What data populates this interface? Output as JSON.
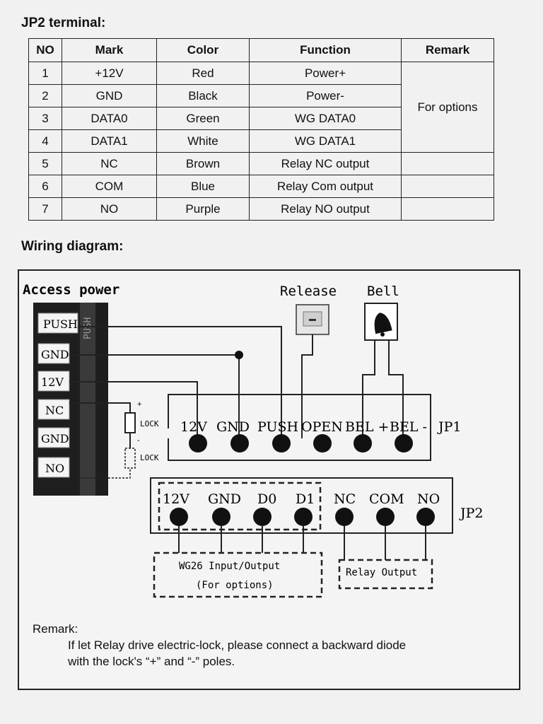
{
  "jp2_section": {
    "title": "JP2 terminal:",
    "headers": [
      "NO",
      "Mark",
      "Color",
      "Function",
      "Remark"
    ],
    "rows": [
      [
        "1",
        "+12V",
        "Red",
        "Power+"
      ],
      [
        "2",
        "GND",
        "Black",
        "Power-"
      ],
      [
        "3",
        "DATA0",
        "Green",
        "WG DATA0"
      ],
      [
        "4",
        "DATA1",
        "White",
        "WG DATA1"
      ],
      [
        "5",
        "NC",
        "Brown",
        "Relay NC output"
      ],
      [
        "6",
        "COM",
        "Blue",
        "Relay Com output"
      ],
      [
        "7",
        "NO",
        "Purple",
        "Relay NO output"
      ]
    ],
    "remark_merged": "For options"
  },
  "wiring": {
    "title": "Wiring diagram:",
    "access_power": "Access power",
    "release": "Release",
    "bell": "Bell",
    "power_terminals": [
      "PUSH",
      "GND",
      "12V",
      "NC",
      "GND",
      "NO"
    ],
    "lock_label": "LOCK",
    "lock_plus": "+",
    "lock_minus": "-",
    "jp1_label": "JP1",
    "jp1_pins": [
      "12V",
      "GND",
      "PUSH",
      "OPEN",
      "BEL +",
      "BEL -"
    ],
    "jp2_label": "JP2",
    "jp2_pins": [
      "12V",
      "GND",
      "D0",
      "D1",
      "NC",
      "COM",
      "NO"
    ],
    "wg26_line1": "WG26 Input/Output",
    "wg26_line2": "(For options)",
    "relay_output": "Relay Output"
  },
  "remark": {
    "title": "Remark:",
    "line1": "If let Relay drive electric-lock, please connect a backward diode",
    "line2": "with the lock's “+” and “-” poles."
  },
  "icons": [
    "release-button-icon",
    "bell-icon"
  ]
}
